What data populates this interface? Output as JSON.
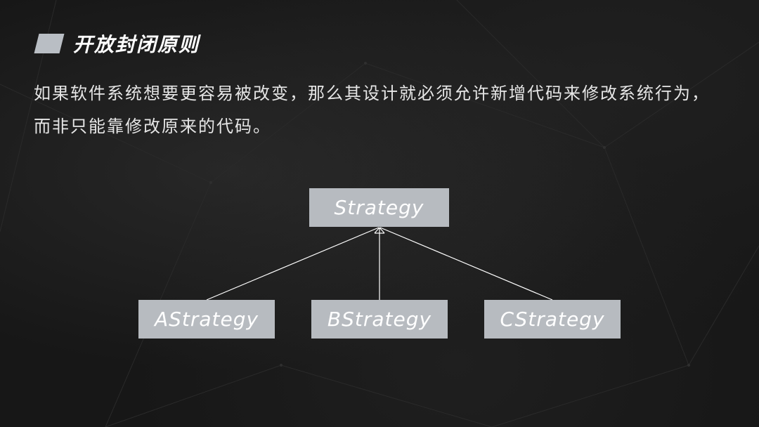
{
  "title": "开放封闭原则",
  "body_text": "如果软件系统想要更容易被改变，那么其设计就必须允许新增代码来修改系统行为，而非只能靠修改原来的代码。",
  "diagram": {
    "parent": "Strategy",
    "children": [
      "AStrategy",
      "BStrategy",
      "CStrategy"
    ]
  },
  "colors": {
    "background": "#171717",
    "box_fill": "#b7bbc0",
    "text": "#ffffff",
    "connector": "#ffffff"
  }
}
